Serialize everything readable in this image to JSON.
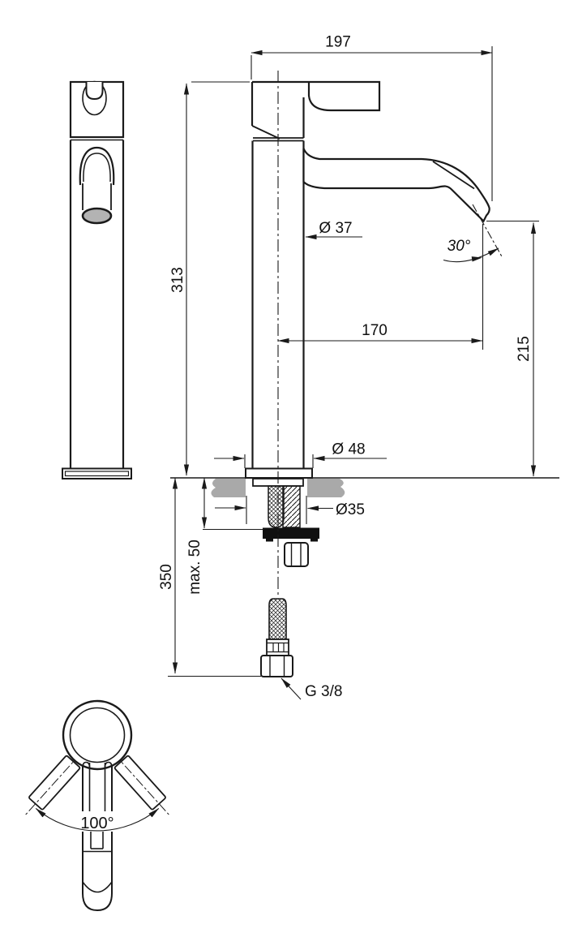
{
  "labels": {
    "width_197": "197",
    "height_313": "313",
    "dia_37": "Ø 37",
    "angle_30": "30°",
    "reach_170": "170",
    "height_215": "215",
    "dia_48": "Ø 48",
    "dia_35": "Ø35",
    "max_depth": "max. 50",
    "length_350": "350",
    "thread": "G 3/8",
    "swivel_100": "100°"
  },
  "colors": {
    "line": "#1a1a1a",
    "surface_fill": "#a9a9a9",
    "outlet_fill": "#b3b3b3",
    "washer_fill": "#101010",
    "background": "#ffffff"
  }
}
